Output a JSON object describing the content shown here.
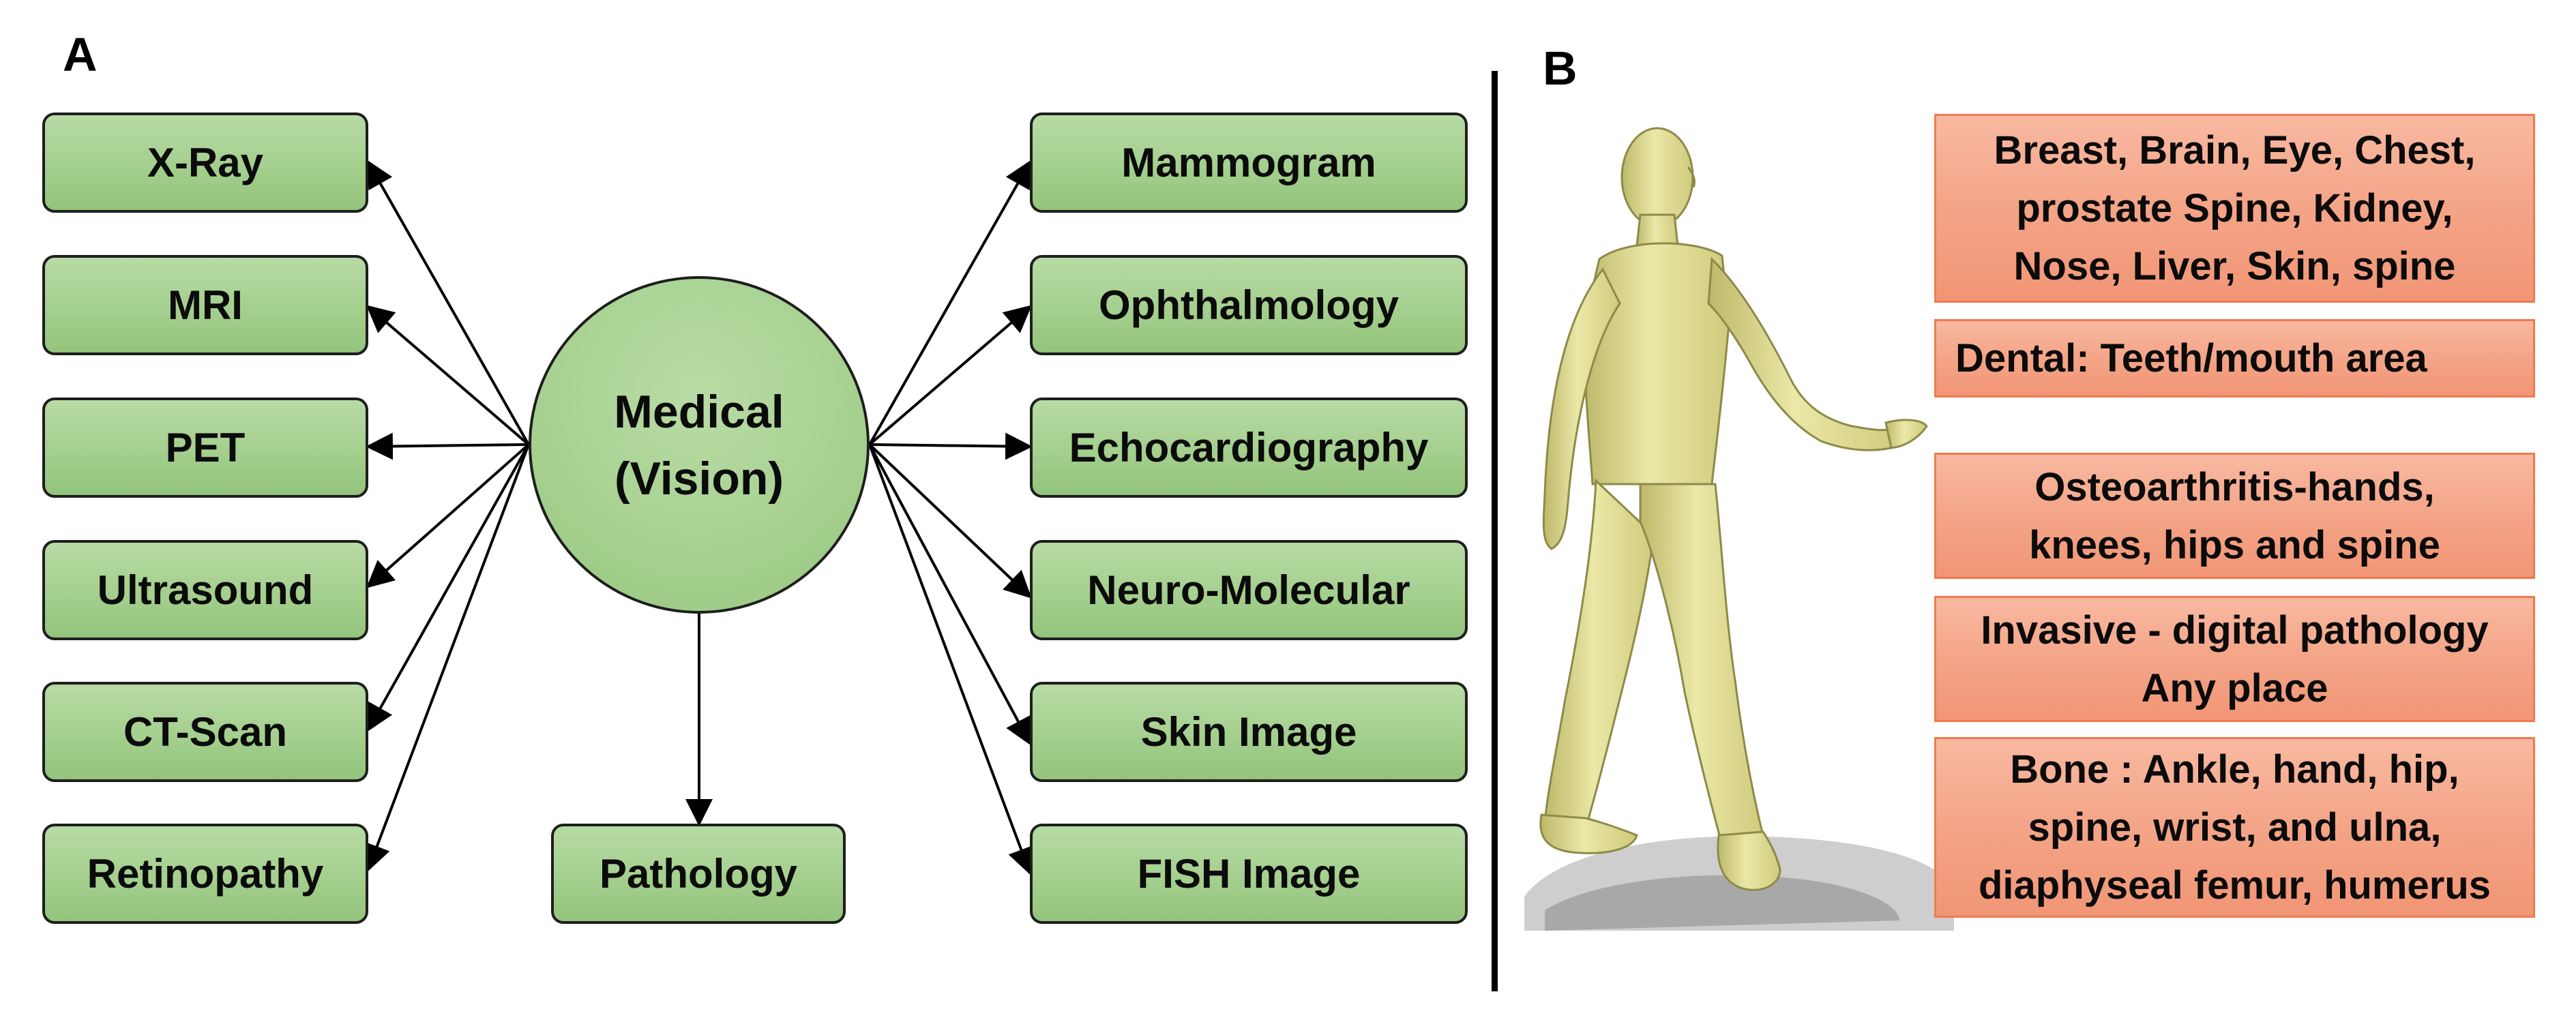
{
  "panel_a": {
    "label": "A",
    "center": {
      "line1": "Medical",
      "line2": "(Vision)",
      "text": "Medical\n(Vision)"
    },
    "left_items": [
      "X-Ray",
      "MRI",
      "PET",
      "Ultrasound",
      "CT-Scan",
      "Retinopathy"
    ],
    "right_items": [
      "Mammogram",
      "Ophthalmology",
      "Echocardiography",
      "Neuro-Molecular",
      "Skin Image",
      "FISH Image"
    ],
    "bottom_item": "Pathology"
  },
  "panel_b": {
    "label": "B",
    "regions": [
      "Breast, Brain, Eye, Chest,\nprostate Spine, Kidney,\nNose, Liver, Skin, spine",
      "Dental: Teeth/mouth area",
      "Osteoarthritis-hands,\nknees, hips and spine",
      "Invasive - digital pathology\nAny place",
      "Bone : Ankle, hand, hip,\nspine, wrist, and ulna,\ndiaphyseal femur, humerus"
    ]
  },
  "colors": {
    "green_box": "#a4cf8e",
    "salmon_box": "#f4a487",
    "salmon_border": "#f07a4e",
    "figure_skin": "#e6e39e"
  }
}
